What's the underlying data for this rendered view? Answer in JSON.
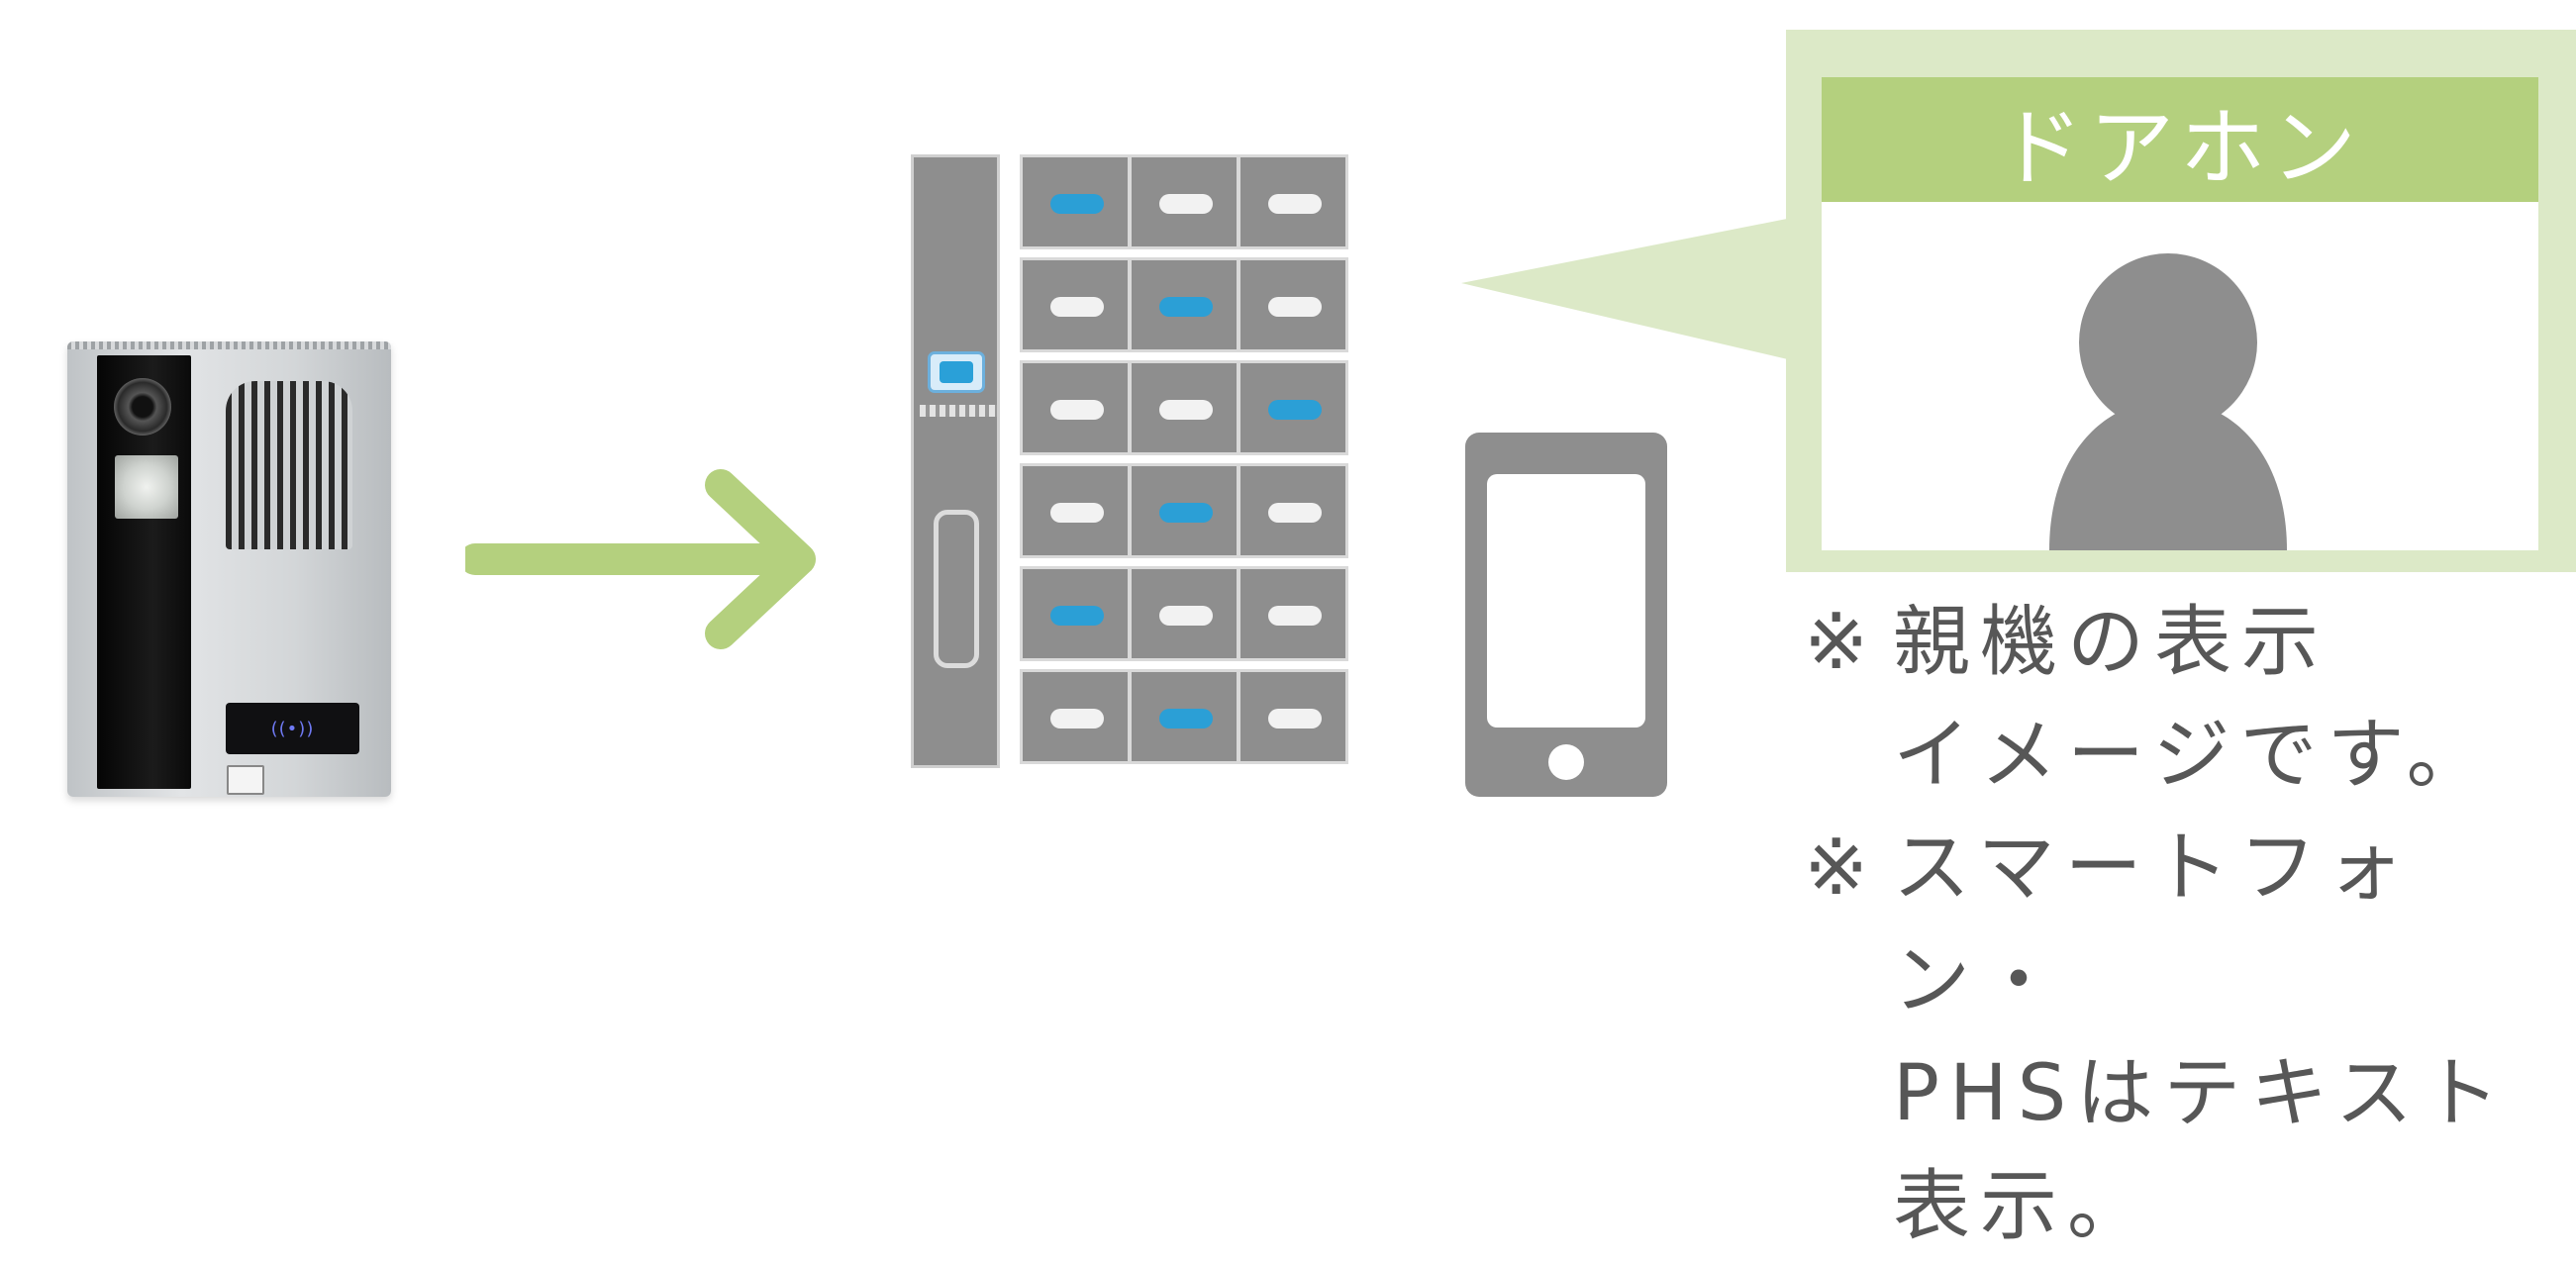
{
  "diagram": {
    "display": {
      "header_label": "ドアホン"
    },
    "notes": [
      {
        "mark": "※",
        "lines": [
          "親機の表示",
          "イメージです。"
        ]
      },
      {
        "mark": "※",
        "lines": [
          "スマートフォン・",
          "PHSはテキスト",
          "表示。"
        ]
      }
    ],
    "doorphone": {
      "reader_symbol": "((•))"
    },
    "colors": {
      "accent_green": "#b4d07e",
      "light_green": "#dce9c7",
      "device_gray": "#8e8e8e",
      "lamp_blue": "#2b9fd6",
      "text_gray": "#575757"
    },
    "master_unit": {
      "lit_keys": [
        [
          0,
          0
        ],
        [
          1,
          1
        ],
        [
          2,
          2
        ],
        [
          3,
          1
        ],
        [
          4,
          0
        ],
        [
          5,
          1
        ]
      ]
    }
  }
}
